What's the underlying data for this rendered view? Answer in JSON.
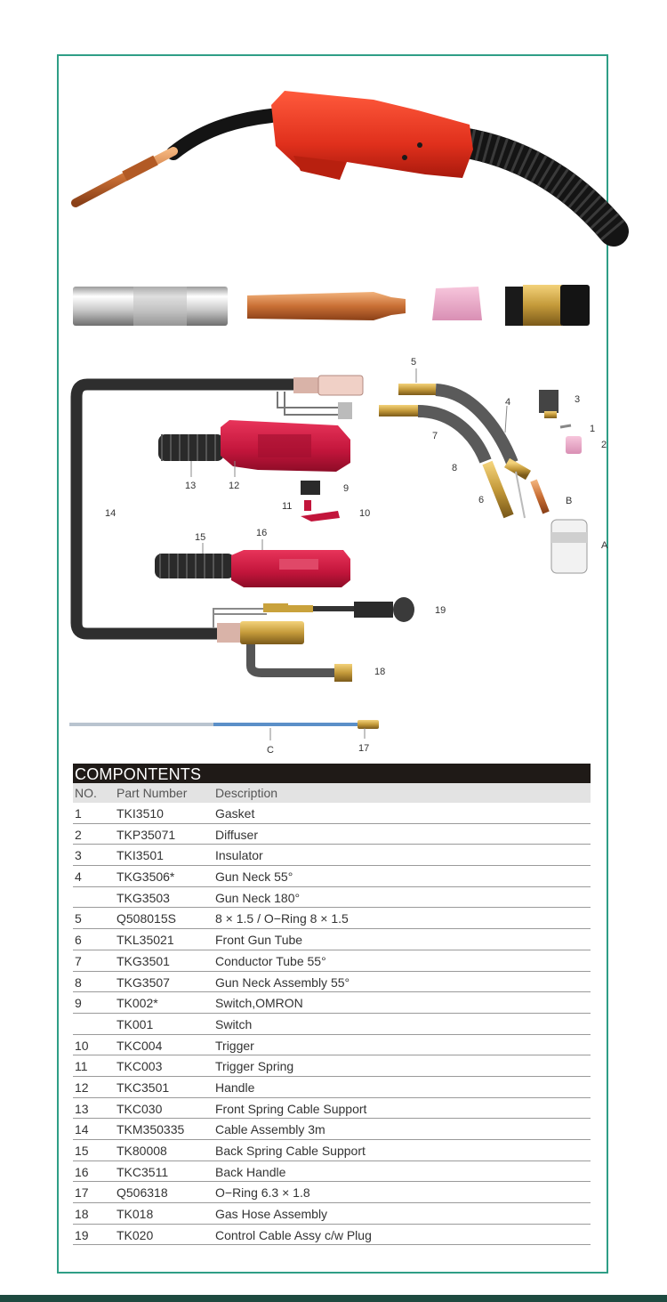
{
  "diagram_labels": {
    "n1": "1",
    "n2": "2",
    "n3": "3",
    "n4": "4",
    "n5": "5",
    "n6": "6",
    "n7": "7",
    "n8": "8",
    "n9": "9",
    "n10": "10",
    "n11": "11",
    "n12": "12",
    "n13": "13",
    "n14": "14",
    "n15": "15",
    "n16": "16",
    "n17": "17",
    "n18": "18",
    "n19": "19",
    "a": "A",
    "b": "B",
    "c": "C"
  },
  "parts": {
    "heading": "COMPONTENTS",
    "columns": {
      "no": "NO.",
      "part": "Part Number",
      "desc": "Description"
    },
    "rows": [
      {
        "no": "1",
        "part": "TKI3510",
        "desc": "Gasket"
      },
      {
        "no": "2",
        "part": "TKP35071",
        "desc": " Diffuser"
      },
      {
        "no": "3",
        "part": "TKI3501",
        "desc": "Insulator"
      },
      {
        "no": "4",
        "part": "TKG3506*",
        "desc": "Gun Neck 55°"
      },
      {
        "no": "",
        "part": "TKG3503",
        "desc": "Gun Neck 180°"
      },
      {
        "no": "5",
        "part": "Q508015S",
        "desc": "8 × 1.5 / O−Ring 8 × 1.5"
      },
      {
        "no": "6",
        "part": "TKL35021",
        "desc": "Front Gun Tube"
      },
      {
        "no": "7",
        "part": "TKG3501",
        "desc": "Conductor Tube 55°"
      },
      {
        "no": "8",
        "part": "TKG3507",
        "desc": "Gun Neck Assembly 55°"
      },
      {
        "no": "9",
        "part": "TK002*",
        "desc": "Switch,OMRON"
      },
      {
        "no": "",
        "part": "TK001",
        "desc": "Switch"
      },
      {
        "no": "10",
        "part": "TKC004",
        "desc": "Trigger"
      },
      {
        "no": "11",
        "part": "TKC003",
        "desc": "Trigger Spring"
      },
      {
        "no": "12",
        "part": "TKC3501",
        "desc": "Handle"
      },
      {
        "no": "13",
        "part": "TKC030",
        "desc": "Front Spring Cable Support"
      },
      {
        "no": "14",
        "part": "TKM350335",
        "desc": "Cable Assembly 3m"
      },
      {
        "no": "15",
        "part": "TK80008",
        "desc": "Back Spring Cable Support"
      },
      {
        "no": "16",
        "part": "TKC3511",
        "desc": "Back Handle"
      },
      {
        "no": "17",
        "part": "Q506318",
        "desc": "O−Ring 6.3 × 1.8"
      },
      {
        "no": "18",
        "part": "TK018",
        "desc": "Gas Hose Assembly"
      },
      {
        "no": "19",
        "part": "TK020",
        "desc": "Control Cable Assy c/w Plug"
      }
    ]
  }
}
